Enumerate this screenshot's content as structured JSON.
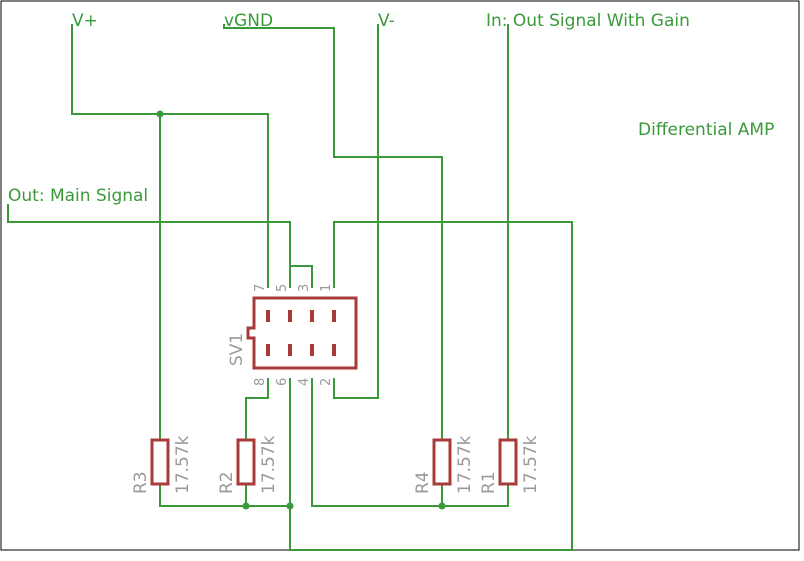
{
  "nets": {
    "v_plus": "V+",
    "vgnd": "vGND",
    "v_minus": "V-",
    "in_gain": "In: Out Signal With Gain",
    "out_main": "Out: Main Signal"
  },
  "title": "Differential AMP",
  "connector": {
    "ref": "SV1",
    "pins_top": [
      "7",
      "5",
      "3",
      "1"
    ],
    "pins_bottom": [
      "8",
      "6",
      "4",
      "2"
    ]
  },
  "resistors": [
    {
      "ref": "R3",
      "value": "17.57k"
    },
    {
      "ref": "R2",
      "value": "17.57k"
    },
    {
      "ref": "R4",
      "value": "17.57k"
    },
    {
      "ref": "R1",
      "value": "17.57k"
    }
  ],
  "colors": {
    "wire": "#3a9a3a",
    "part": "#a83a3a",
    "label": "#9a9a9a",
    "frame": "#000000"
  }
}
